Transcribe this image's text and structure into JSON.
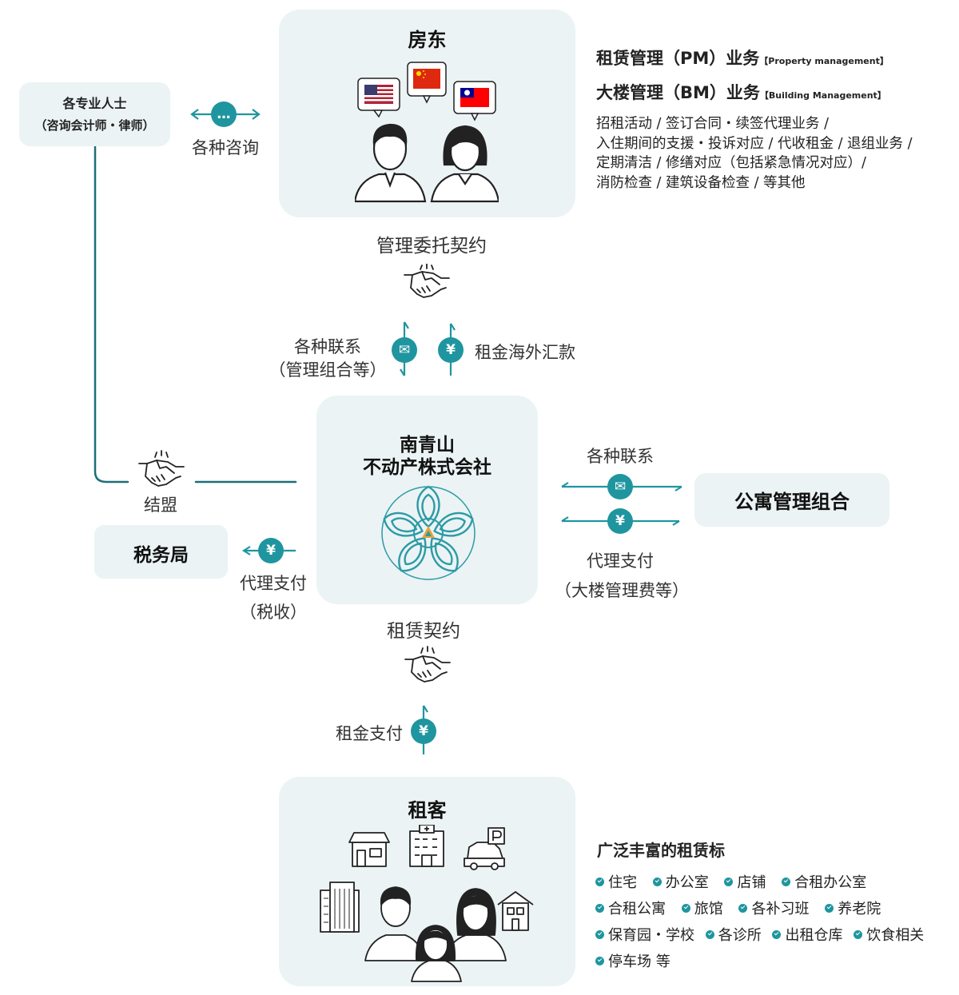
{
  "landlord": {
    "title": "房东"
  },
  "professionals": {
    "line1": "各专业人士",
    "line2": "（咨询会计师・律师）"
  },
  "consult_label": "各种咨询",
  "services": {
    "pm_title": "租赁管理（PM）业务",
    "pm_note": "【Property management】",
    "bm_title": "大楼管理（BM）业务",
    "bm_note": "【Building Management】",
    "lines": [
      "招租活动 / 签订合同・续签代理业务 /",
      "入住期间的支援・投诉对应 / 代收租金 / 退组业务 /",
      "定期清洁 / 修缮对应（包括紧急情况对应）/",
      "消防检查 / 建筑设备检查 / 等其他"
    ]
  },
  "mgmt_contract": "管理委托契约",
  "contact_left": {
    "line1": "各种联系",
    "line2": "（管理组合等）"
  },
  "remit_label": "租金海外汇款",
  "company": {
    "line1": "南青山",
    "line2": "不动产株式会社"
  },
  "alliance_label": "结盟",
  "tax_office": "税务局",
  "tax_pay": {
    "line1": "代理支付",
    "line2": "（税收）"
  },
  "contact_right": "各种联系",
  "association": "公寓管理组合",
  "agent_pay": {
    "line1": "代理支付",
    "line2": "（大楼管理费等）"
  },
  "lease_contract": "租赁契约",
  "rent_payment": "租金支付",
  "tenant": {
    "title": "租客"
  },
  "property_types": {
    "title": "广泛丰富的租赁标",
    "rows": [
      [
        "住宅",
        "办公室",
        "店铺",
        "合租办公室"
      ],
      [
        "合租公寓",
        "旅馆",
        "各补习班",
        "养老院"
      ],
      [
        "保育园・学校",
        "各诊所",
        "出租仓库",
        "饮食相关"
      ],
      [
        "停车场 等"
      ]
    ]
  },
  "symbols": {
    "yen": "¥",
    "mail": "✉",
    "chat": "…"
  },
  "colors": {
    "accent": "#1f959f",
    "box_bg": "#ebf3f4",
    "line": "#1a6f78"
  }
}
